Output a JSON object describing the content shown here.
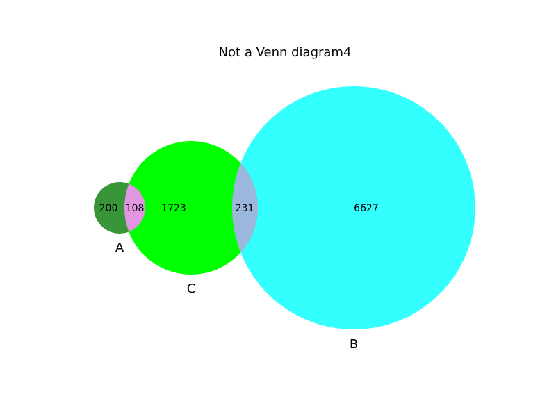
{
  "title": "Not a Venn diagram4",
  "colors": {
    "A": "#228b22",
    "C": "#00ff00",
    "B": "#00ffff",
    "A_C_overlap": "#e096e0",
    "C_B_overlap": "#9bb8dc"
  },
  "chart_data": {
    "type": "venn",
    "title": "Not a Venn diagram4",
    "sets": [
      {
        "name": "A",
        "only_count": "200"
      },
      {
        "name": "C",
        "only_count": "1723"
      },
      {
        "name": "B",
        "only_count": "6627"
      }
    ],
    "intersections": [
      {
        "sets": [
          "A",
          "C"
        ],
        "count": "108"
      },
      {
        "sets": [
          "C",
          "B"
        ],
        "count": "231"
      }
    ]
  }
}
